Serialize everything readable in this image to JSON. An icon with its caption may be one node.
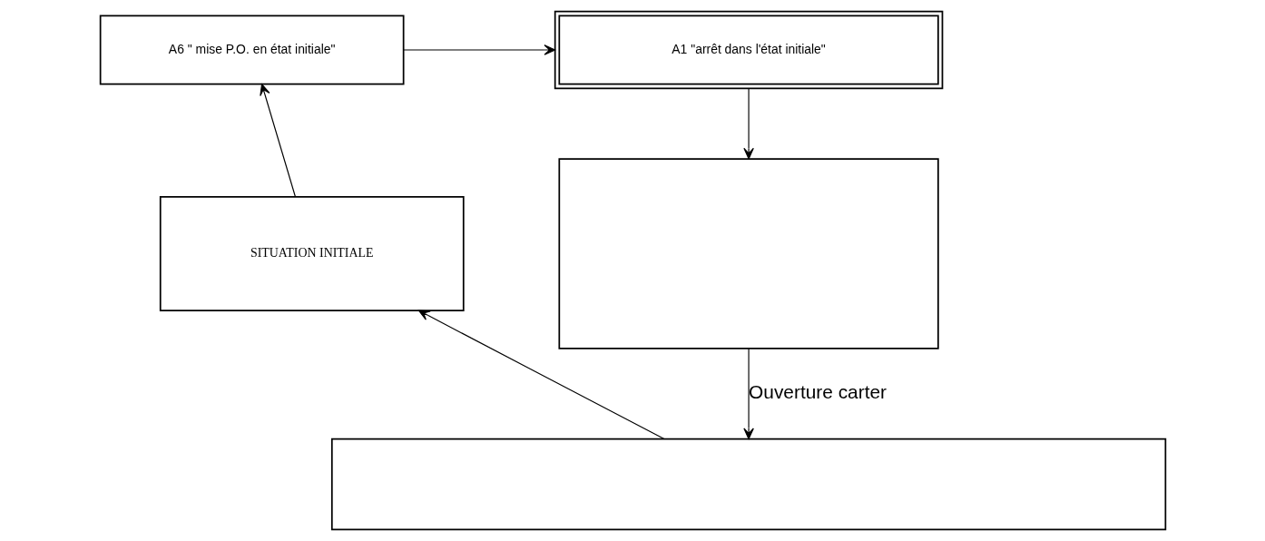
{
  "diagram": {
    "nodes": [
      {
        "text": [
          "A6 \" mise P.O. en état initiale\""
        ]
      },
      {
        "text": [
          "A1 \"arrêt dans l'état initiale\""
        ]
      },
      {
        "text": [],
        "shape": "box"
      },
      {
        "text": [],
        "shape": "box"
      },
      {
        "text": [
          "SITUATION INITIALE"
        ]
      }
    ],
    "edges": [
      {
        "from": 0,
        "to": 1,
        "arrow": "to"
      },
      {
        "from": 1,
        "to": 2,
        "arrow": "to"
      },
      {
        "from": 2,
        "to": 3,
        "arrow": "to",
        "label": "Ouverture carter"
      },
      {
        "from": 3,
        "to": 4,
        "arrow": "to"
      },
      {
        "from": 4,
        "to": 0,
        "arrow": "to"
      }
    ]
  }
}
